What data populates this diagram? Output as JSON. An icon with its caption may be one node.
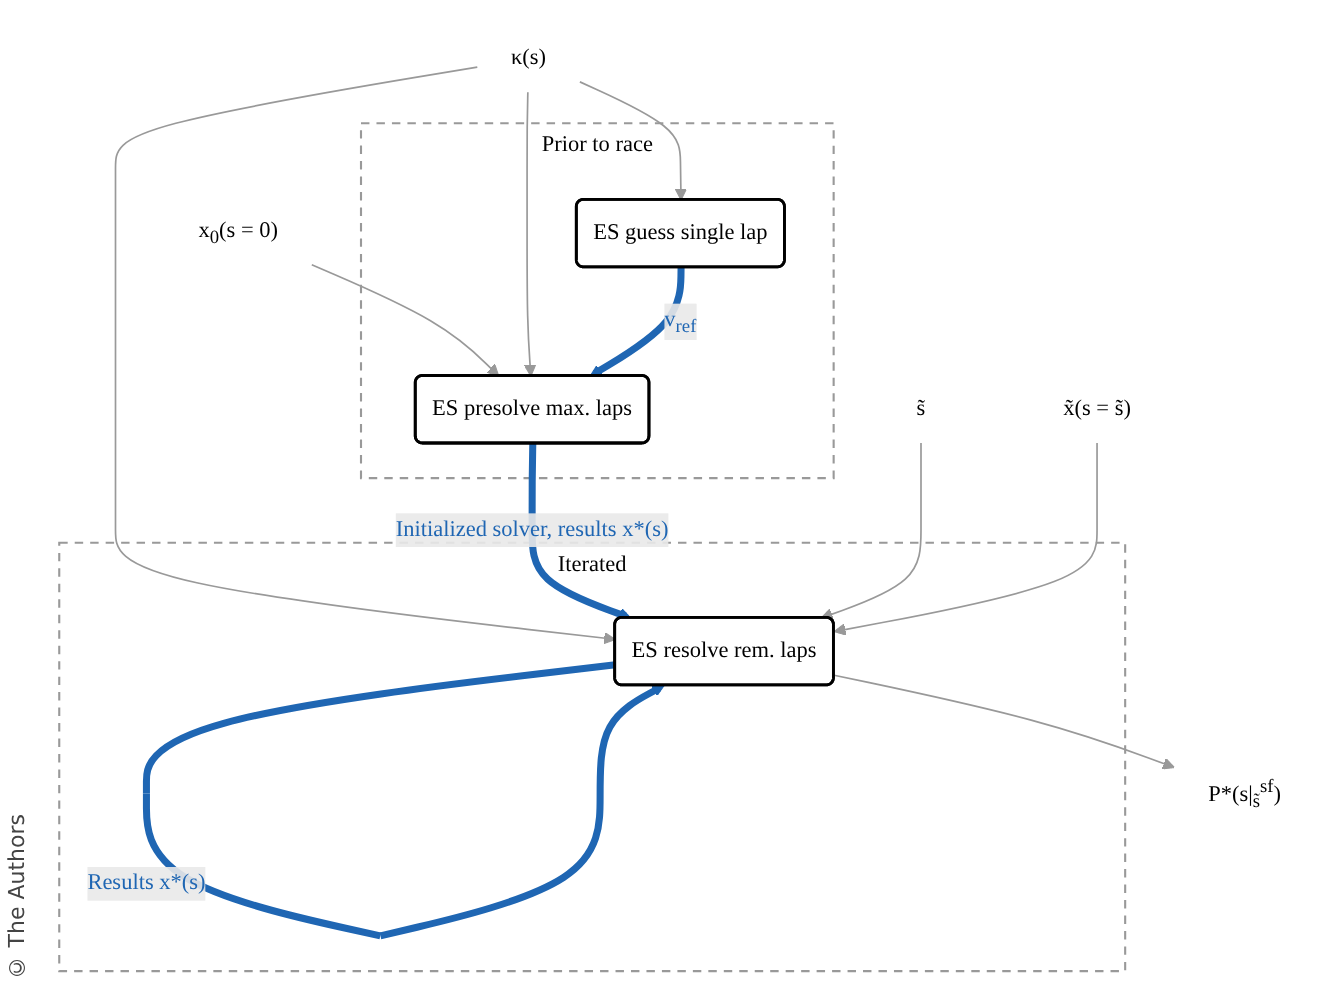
{
  "diagram": {
    "nodes": [
      {
        "text": [
          "Prior to race"
        ]
      },
      {
        "text": [
          "ES guess single lap"
        ],
        "in": 0
      },
      {
        "text": [
          "ES presolve max. laps"
        ],
        "in": 0
      },
      {
        "text": [
          "Iterated"
        ]
      },
      {
        "text": [
          "ES resolve rem. laps"
        ],
        "in": 3
      },
      {
        "text": [
          "x$_{0}$(s = 0)"
        ]
      },
      {
        "text": [
          "κ(s)"
        ]
      },
      {
        "text": [
          "s̃"
        ]
      },
      {
        "text": [
          "x̃(s = s̃)"
        ]
      },
      {
        "text": [
          "P*(s|$_{s̃}$$^{sf}$)"
        ]
      }
    ],
    "edges": [
      {
        "from": 6,
        "to": 1,
        "arrow": "to"
      },
      {
        "from": 5,
        "to": 2,
        "arrow": "to"
      },
      {
        "from": 6,
        "to": 2,
        "arrow": "to"
      },
      {
        "from": 6,
        "to": 4,
        "arrow": "to"
      },
      {
        "from": 1,
        "to": 2,
        "arrow": "to",
        "label": "v$_{ref}$",
        "style": "thick",
        "color": "#1f66b3"
      },
      {
        "from": 2,
        "to": 4,
        "arrow": "to",
        "label": "Initialized solver, results x*(s)",
        "style": "thick",
        "color": "#1f66b3"
      },
      {
        "from": 7,
        "to": 4,
        "arrow": "to"
      },
      {
        "from": 8,
        "to": 4,
        "arrow": "to"
      },
      {
        "from": 4,
        "to": 9,
        "arrow": "to"
      },
      {
        "from": 4,
        "to": 4,
        "arrow": "to",
        "label": "Results x*(s)",
        "style": "thick",
        "color": "#1f66b3"
      }
    ],
    "labels": [
      "© The Authors"
    ]
  }
}
